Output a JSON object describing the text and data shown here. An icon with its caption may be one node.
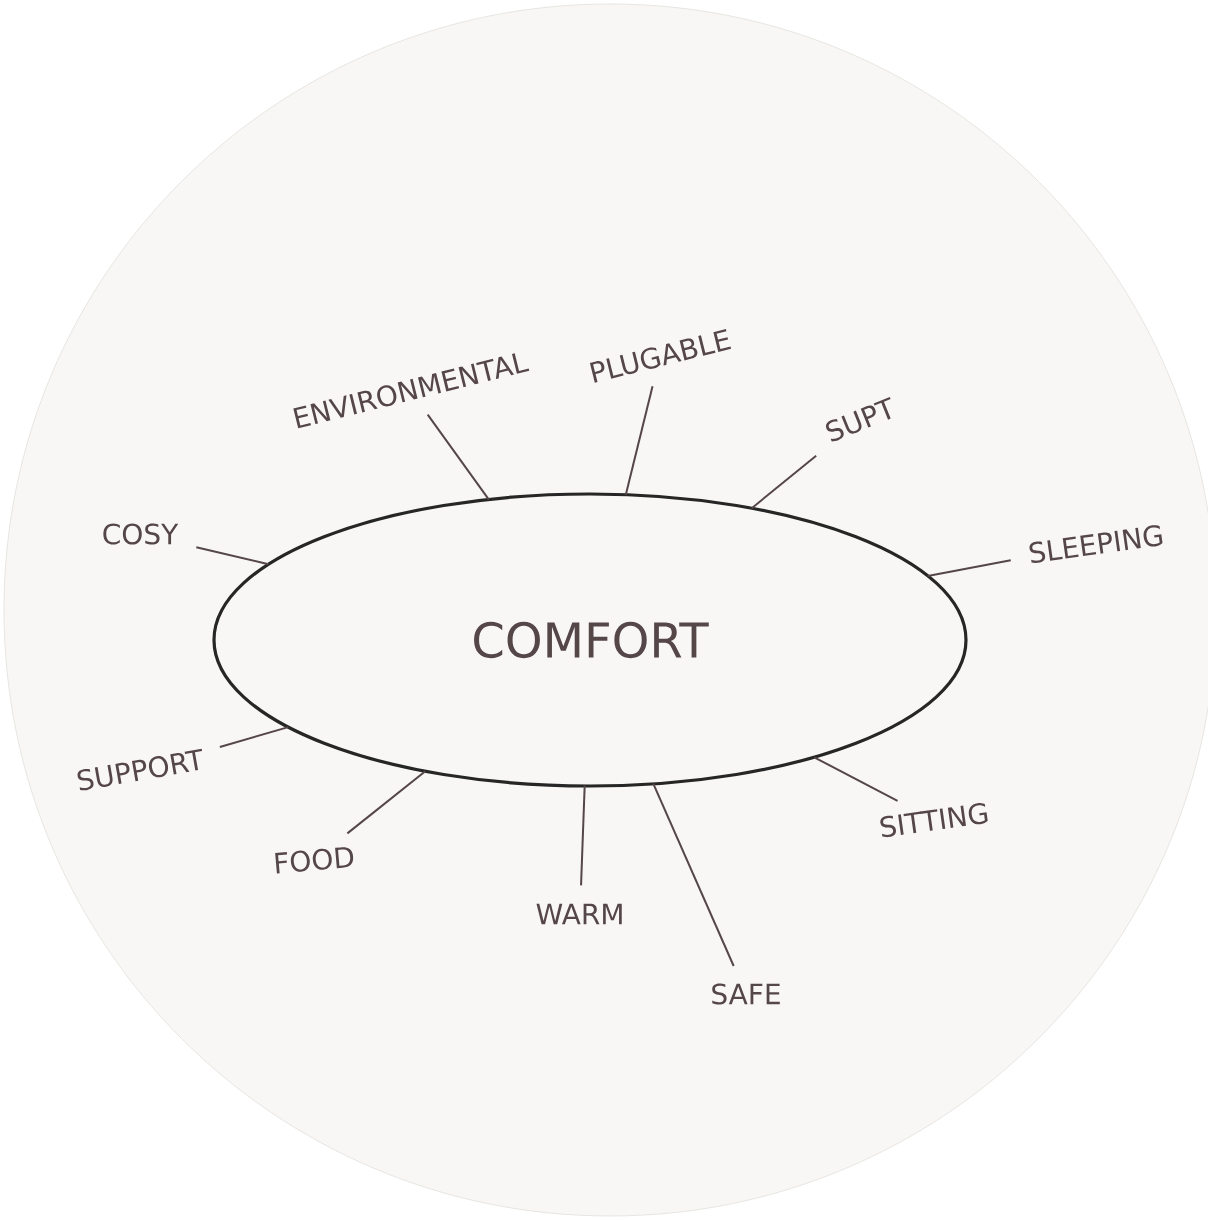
{
  "diagram": {
    "nodes": [
      {
        "text": [
          "COMFORT"
        ]
      },
      {
        "text": [
          "COSY"
        ]
      },
      {
        "text": [
          "ENVIRONMENTAL"
        ]
      },
      {
        "text": [
          "PLUGABLE"
        ]
      },
      {
        "text": [
          "SUPT"
        ]
      },
      {
        "text": [
          "SLEEPING"
        ]
      },
      {
        "text": [
          "SUPPORT"
        ]
      },
      {
        "text": [
          "FOOD"
        ]
      },
      {
        "text": [
          "WARM"
        ]
      },
      {
        "text": [
          "SAFE"
        ]
      },
      {
        "text": [
          "SITTING"
        ]
      }
    ],
    "edges": [
      {
        "from": 0,
        "to": 1,
        "arrow": "none"
      },
      {
        "from": 0,
        "to": 2,
        "arrow": "none"
      },
      {
        "from": 0,
        "to": 3,
        "arrow": "none"
      },
      {
        "from": 0,
        "to": 4,
        "arrow": "none"
      },
      {
        "from": 0,
        "to": 5,
        "arrow": "none"
      },
      {
        "from": 0,
        "to": 6,
        "arrow": "none"
      },
      {
        "from": 0,
        "to": 7,
        "arrow": "none"
      },
      {
        "from": 0,
        "to": 8,
        "arrow": "none"
      },
      {
        "from": 0,
        "to": 9,
        "arrow": "none"
      },
      {
        "from": 0,
        "to": 10,
        "arrow": "none"
      }
    ]
  }
}
